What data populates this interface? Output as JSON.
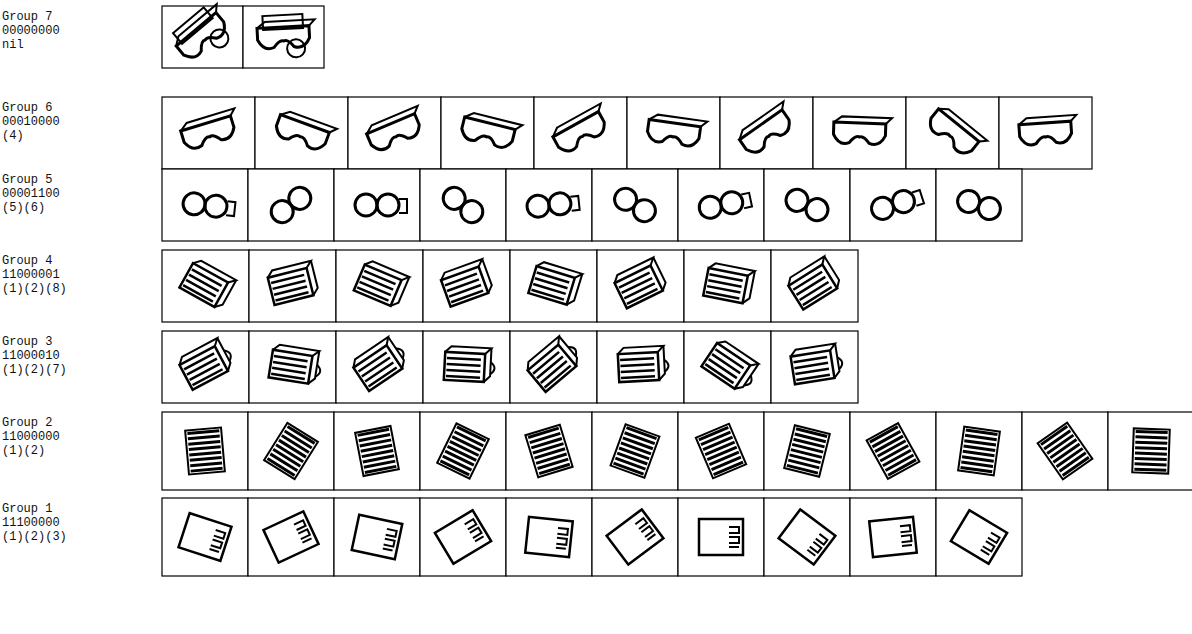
{
  "diagram": {
    "labels": [
      "Group 7",
      "00000000",
      "nil",
      "Group 6",
      "00010000",
      "(4)",
      "Group 5",
      "00001100",
      "(5)(6)",
      "Group 4",
      "11000001",
      "(1)(2)(8)",
      "Group 3",
      "11000010",
      "(1)(2)(7)",
      "Group 2",
      "11000000",
      "(1)(2)",
      "Group 1",
      "11100000",
      "(1)(2)(3)"
    ]
  }
}
